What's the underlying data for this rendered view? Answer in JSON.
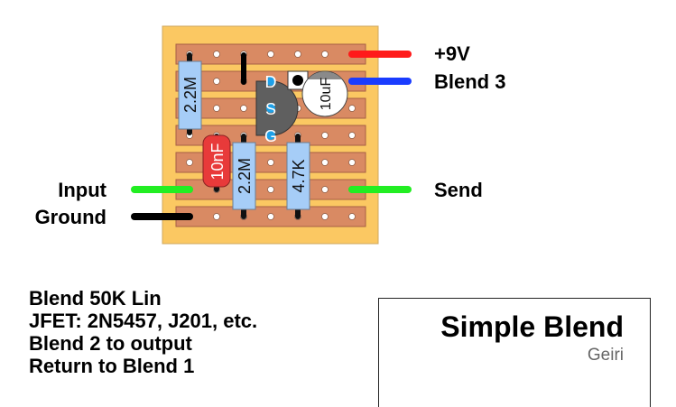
{
  "board": {
    "colors": {
      "board": "#fbc862",
      "strip": "#d98a63",
      "strip_border": "#a65f45",
      "hole": "#ffffff"
    },
    "rows": 7,
    "columns": 7
  },
  "components": {
    "resistors": [
      {
        "label": "2.2M",
        "color": "#a6cdf7"
      },
      {
        "label": "2.2M",
        "color": "#a6cdf7"
      },
      {
        "label": "4.7K",
        "color": "#a6cdf7"
      }
    ],
    "capacitor_film": {
      "label": "10nF",
      "color": "#e83a3a"
    },
    "capacitor_electrolytic": {
      "label": "10uF",
      "color": "#ffffff"
    },
    "jfet": {
      "pins": [
        "D",
        "S",
        "G"
      ],
      "pin_color": "#1ea0e8",
      "body_color": "#5f5f5f"
    }
  },
  "wires": {
    "right": [
      {
        "label": "+9V",
        "color": "#ff1a1a"
      },
      {
        "label": "Blend 3",
        "color": "#1a3cff"
      },
      {
        "label": "Send",
        "color": "#22ee22"
      }
    ],
    "left": [
      {
        "label": "Input",
        "color": "#22ee22"
      },
      {
        "label": "Ground",
        "color": "#000000"
      }
    ]
  },
  "notes": [
    "Blend 50K Lin",
    "JFET: 2N5457, J201, etc.",
    "Blend 2 to output",
    "Return to Blend 1"
  ],
  "title": "Simple Blend",
  "author": "Geiri"
}
